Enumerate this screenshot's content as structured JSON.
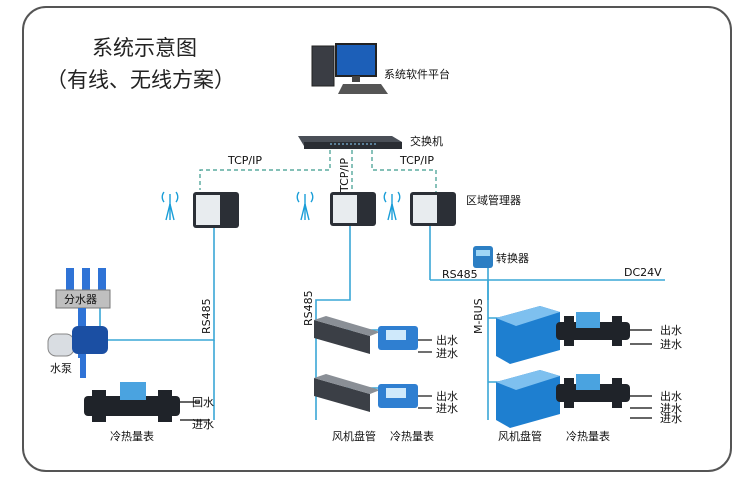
{
  "title": "系统示意图",
  "subtitle": "（有线、无线方案）",
  "labels": {
    "software_platform": "系统软件平台",
    "switch": "交换机",
    "tcpip_left": "TCP/IP",
    "tcpip_center": "TCP/IP",
    "tcpip_right": "TCP/IP",
    "zone_manager": "区域管理器",
    "converter": "转换器",
    "dc24v": "DC24V",
    "rs485_converter": "RS485",
    "mbus": "M-BUS",
    "rs485_left": "RS485",
    "rs485_center": "RS485",
    "manifold": "分水器",
    "pump": "水泵",
    "return_water": "回水",
    "inlet_water_left": "进水",
    "meter_left": "冷热量表",
    "outlet_1": "出水",
    "inlet_1": "进水",
    "outlet_2": "出水",
    "inlet_2": "进水",
    "fan_coil": "风机盘管",
    "meter_center": "冷热量表",
    "outlet_3": "出水",
    "inlet_3": "进水",
    "outlet_4": "出水",
    "inlet_4a": "进水",
    "inlet_4b": "进水",
    "ahu": "风机盘管",
    "meter_right": "冷热量表"
  },
  "colors": {
    "bus_line": "#3aa7d6",
    "dashed_line": "#3a9a8c",
    "device_dark": "#2b2f36",
    "pipe_blue": "#2f73d6"
  }
}
